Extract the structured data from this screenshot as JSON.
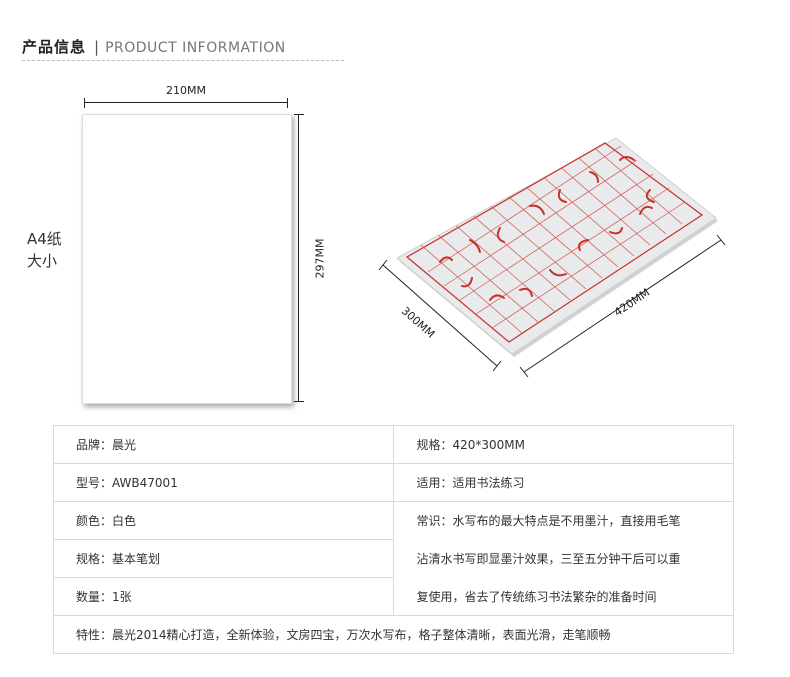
{
  "header": {
    "title_cn": "产品信息",
    "separator": "|",
    "title_en": "PRODUCT INFORMATION"
  },
  "a4": {
    "width_label": "210MM",
    "height_label": "297MM",
    "label_line1": "A4纸",
    "label_line2": "大小"
  },
  "cloth": {
    "width_label": "420MM",
    "height_label": "300MM"
  },
  "specs": {
    "brand": "品牌：晨光",
    "size": "规格：420*300MM",
    "model": "型号：AWB47001",
    "usage": "适用：适用书法练习",
    "color": "颜色：白色",
    "tip_line1": "常识：水写布的最大特点是不用墨汁，直接用毛笔",
    "strokes": "规格：基本笔划",
    "tip_line2": "沾清水书写即显墨汁效果，三至五分钟干后可以重",
    "quantity": "数量：1张",
    "tip_line3": "复使用，省去了传统练习书法繁杂的准备时间",
    "feature": "特性：晨光2014精心打造，全新体验，文房四宝，万次水写布，格子整体清晰，表面光滑，走笔顺畅"
  }
}
